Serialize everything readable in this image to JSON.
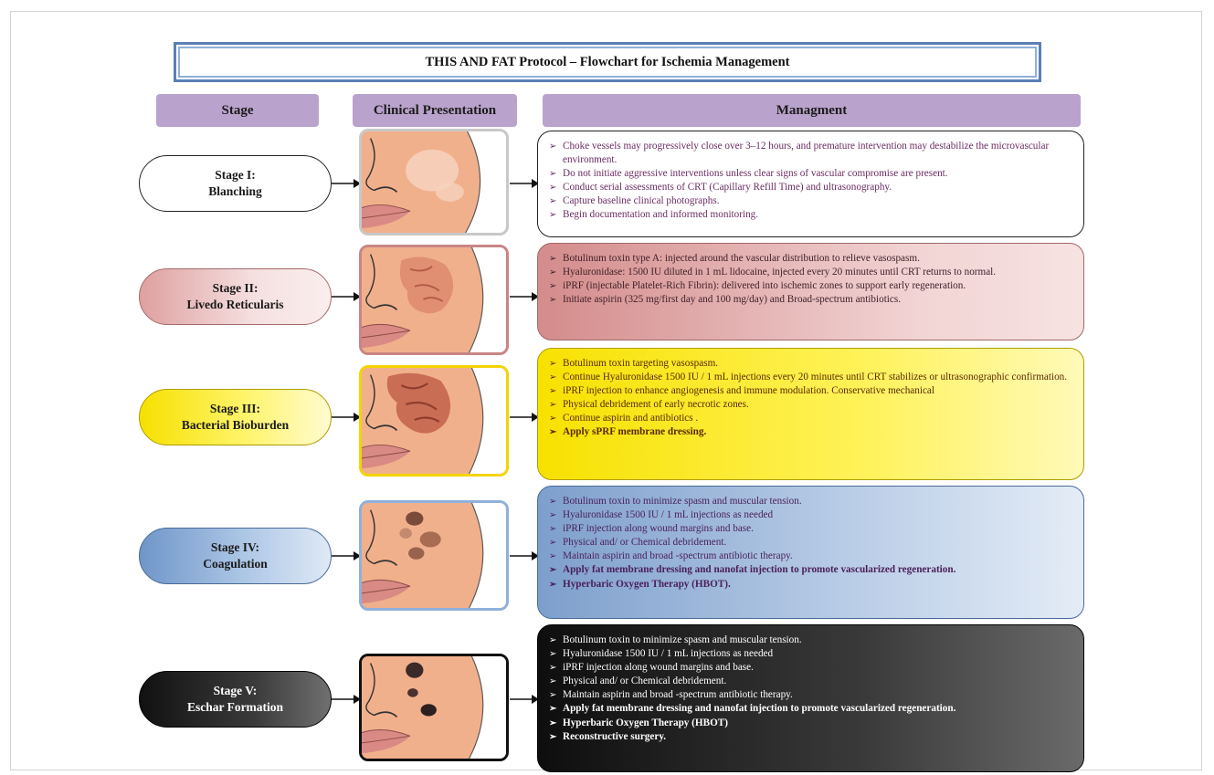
{
  "title": "THIS AND FAT Protocol  – Flowchart for Ischemia Management",
  "headers": {
    "stage": "Stage",
    "clinical": "Clinical Presentation",
    "management": "Managment"
  },
  "stages": [
    {
      "line1": "Stage I:",
      "line2": "Blanching",
      "items": [
        "Choke vessels may progressively close over 3–12 hours, and premature intervention may destabilize the microvascular environment.",
        "Do not initiate aggressive interventions unless clear signs of vascular compromise are present.",
        "Conduct serial assessments of CRT (Capillary Refill Time) and ultrasonography.",
        "Capture baseline clinical photographs.",
        "Begin documentation and informed monitoring."
      ],
      "bold_items": []
    },
    {
      "line1": "Stage II:",
      "line2": "Livedo Reticularis",
      "items": [
        "Botulinum toxin type A: injected around the vascular distribution to relieve vasospasm.",
        "Hyaluronidase: 1500 IU diluted in 1 mL lidocaine, injected every 20 minutes until CRT returns to normal.",
        "iPRF (injectable Platelet-Rich Fibrin): delivered into ischemic zones to support early regeneration.",
        "Initiate aspirin (325 mg/first day and 100 mg/day)  and Broad-spectrum antibiotics."
      ],
      "bold_items": []
    },
    {
      "line1": "Stage III:",
      "line2": "Bacterial Bioburden",
      "items": [
        "Botulinum toxin targeting vasospasm.",
        "Continue Hyaluronidase 1500 IU / 1 mL injections every 20 minutes until CRT stabilizes or ultrasonographic confirmation.",
        "iPRF injection to enhance angiogenesis and immune modulation.  Conservative mechanical",
        "Physical debridement of early necrotic zones.",
        "Continue aspirin and antibiotics ."
      ],
      "bold_items": [
        "Apply sPRF membrane dressing."
      ]
    },
    {
      "line1": "Stage IV:",
      "line2": "Coagulation",
      "items": [
        "Botulinum toxin to minimize spasm and muscular tension.",
        "Hyaluronidase 1500 IU / 1 mL injections as needed",
        "iPRF injection along wound margins and base.",
        "Physical and/ or Chemical debridement.",
        "Maintain aspirin and broad -spectrum antibiotic therapy."
      ],
      "bold_items": [
        "Apply fat membrane dressing and nanofat injection to promote vascularized regeneration.",
        "Hyperbaric Oxygen Therapy (HBOT)."
      ]
    },
    {
      "line1": "Stage V:",
      "line2": "Eschar Formation",
      "items": [
        "Botulinum toxin to minimize spasm and muscular tension.",
        "Hyaluronidase 1500 IU / 1 mL injections as needed",
        "iPRF injection along wound margins and base.",
        "Physical and/ or Chemical debridement.",
        "Maintain aspirin and broad -spectrum antibiotic therapy."
      ],
      "bold_items": [
        "Apply fat membrane dressing and nanofat injection to promote vascularized regeneration.",
        "Hyperbaric Oxygen Therapy (HBOT)",
        "Reconstructive surgery."
      ]
    }
  ],
  "colors": {
    "header_fill": "#b9a2cc",
    "title_border": "#5b7fb5",
    "skin": "#f1b08c",
    "stage1": "#ffffff",
    "stage2": "#ecc4c4",
    "stage3": "#fff23a",
    "stage4": "#a3bddf",
    "stage5": "#1b1b1b"
  }
}
